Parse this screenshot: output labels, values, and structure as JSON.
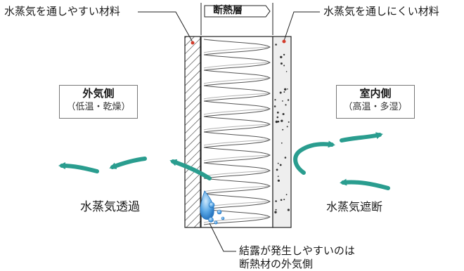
{
  "labels": {
    "left_material": "水蒸気を通しやすい材料",
    "right_material": "水蒸気を通しにくい材料",
    "insulation": "断熱層",
    "outside_title": "外気側",
    "outside_sub": "（低温・乾燥）",
    "inside_title": "室内側",
    "inside_sub": "（高温・多湿）",
    "vapor_pass": "水蒸気透過",
    "vapor_block": "水蒸気遮断",
    "condensation_line1": "結露が発生しやすいのは",
    "condensation_line2": "断熱材の外気側"
  },
  "colors": {
    "arrow": "#2a9d8f",
    "pointer": "#d33c2c",
    "wall_panel": "#eeeeee",
    "water_drop": "#3b8fd6"
  },
  "icons": {
    "drops": "water-droplet-icon",
    "arrows": "vapor-flow-arrow-icon"
  }
}
